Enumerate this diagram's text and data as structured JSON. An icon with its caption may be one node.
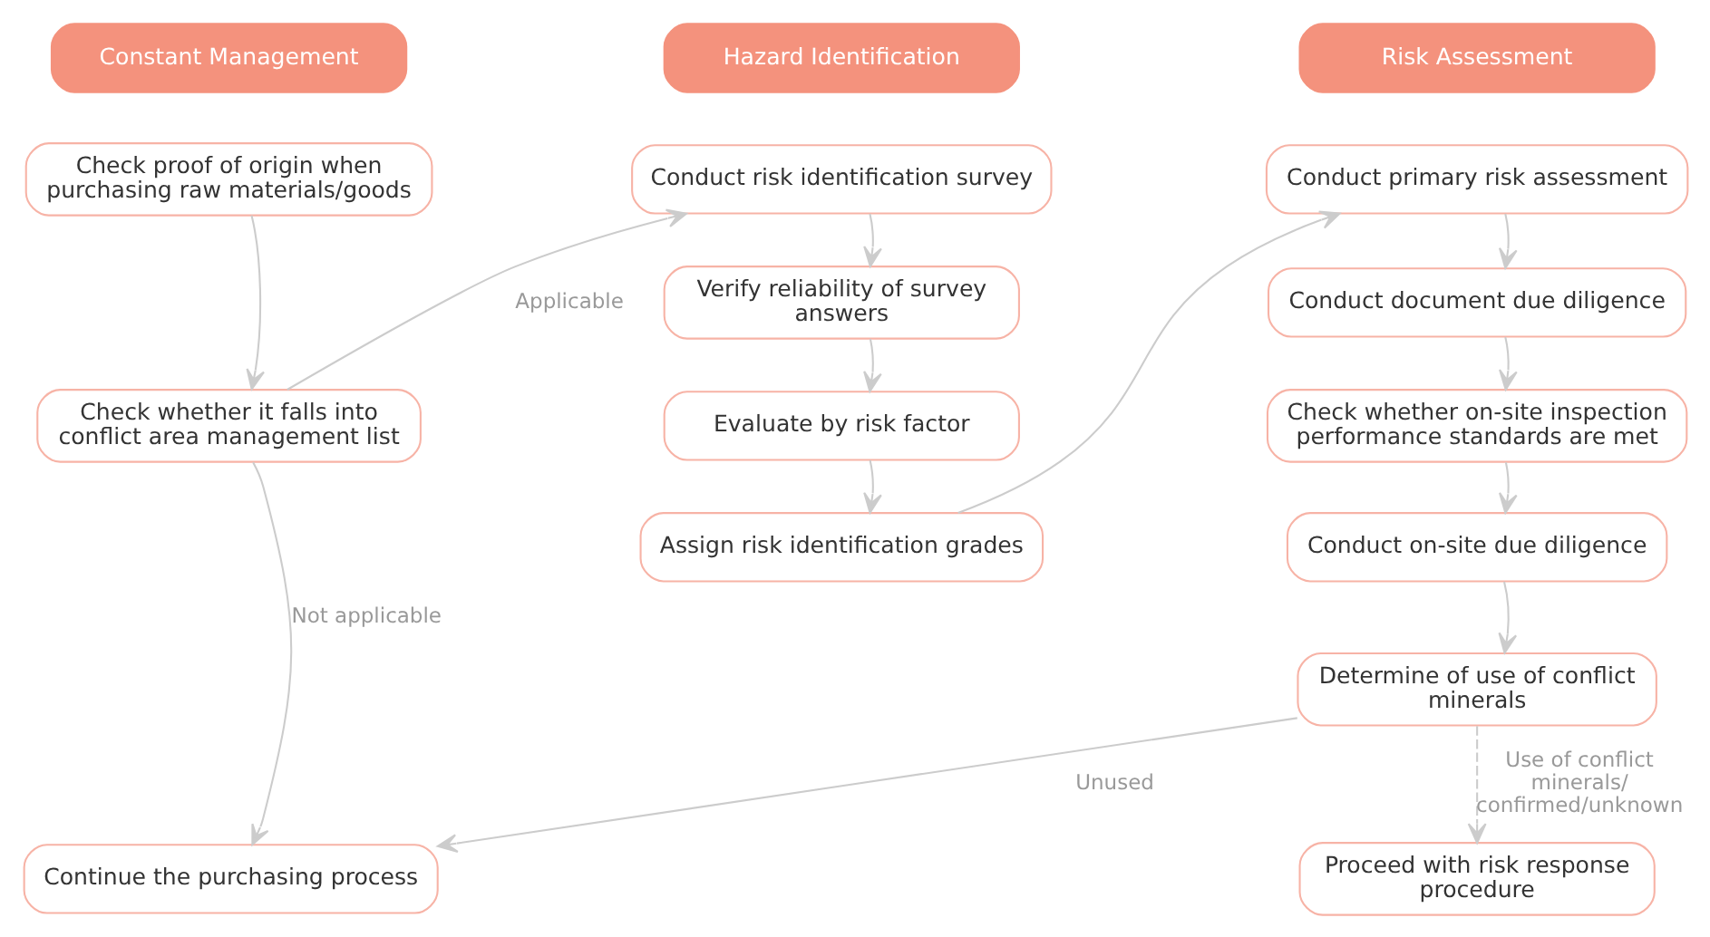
{
  "diagram": {
    "nodes": [
      {
        "text": [
          "Constant Management"
        ]
      },
      {
        "text": [
          "Hazard Identification"
        ]
      },
      {
        "text": [
          "Risk Assessment"
        ]
      },
      {
        "text": [
          "Check proof of origin when purchasing raw materials/goods"
        ]
      },
      {
        "text": [
          "Check whether it falls into conflict area management list"
        ]
      },
      {
        "text": [
          "Continue the purchasing process"
        ]
      },
      {
        "text": [
          "Conduct risk identification survey"
        ]
      },
      {
        "text": [
          "Verify reliability of survey answers"
        ]
      },
      {
        "text": [
          "Evaluate by risk factor"
        ]
      },
      {
        "text": [
          "Assign risk identification grades"
        ]
      },
      {
        "text": [
          "Conduct primary risk assessment"
        ]
      },
      {
        "text": [
          "Conduct document due diligence"
        ]
      },
      {
        "text": [
          "Check whether on-site inspection performance standards are met"
        ]
      },
      {
        "text": [
          "Conduct on-site due diligence"
        ]
      },
      {
        "text": [
          "Determine of use of conflict minerals"
        ]
      },
      {
        "text": [
          "Proceed with risk response procedure"
        ]
      }
    ],
    "edges": [
      {
        "from": 3,
        "to": 4,
        "arrow": "to"
      },
      {
        "from": 4,
        "to": 6,
        "arrow": "to",
        "label": "Applicable"
      },
      {
        "from": 4,
        "to": 5,
        "arrow": "to",
        "label": "Not applicable"
      },
      {
        "from": 6,
        "to": 7,
        "arrow": "to"
      },
      {
        "from": 7,
        "to": 8,
        "arrow": "to"
      },
      {
        "from": 8,
        "to": 9,
        "arrow": "to"
      },
      {
        "from": 9,
        "to": 10,
        "arrow": "to"
      },
      {
        "from": 10,
        "to": 11,
        "arrow": "to"
      },
      {
        "from": 11,
        "to": 12,
        "arrow": "to"
      },
      {
        "from": 12,
        "to": 13,
        "arrow": "to"
      },
      {
        "from": 13,
        "to": 14,
        "arrow": "to"
      },
      {
        "from": 14,
        "to": 15,
        "arrow": "to",
        "label": "Use of conflict minerals/ confirmed/unknown",
        "style": "dashed"
      },
      {
        "from": 14,
        "to": 5,
        "arrow": "to",
        "label": "Unused"
      }
    ]
  }
}
